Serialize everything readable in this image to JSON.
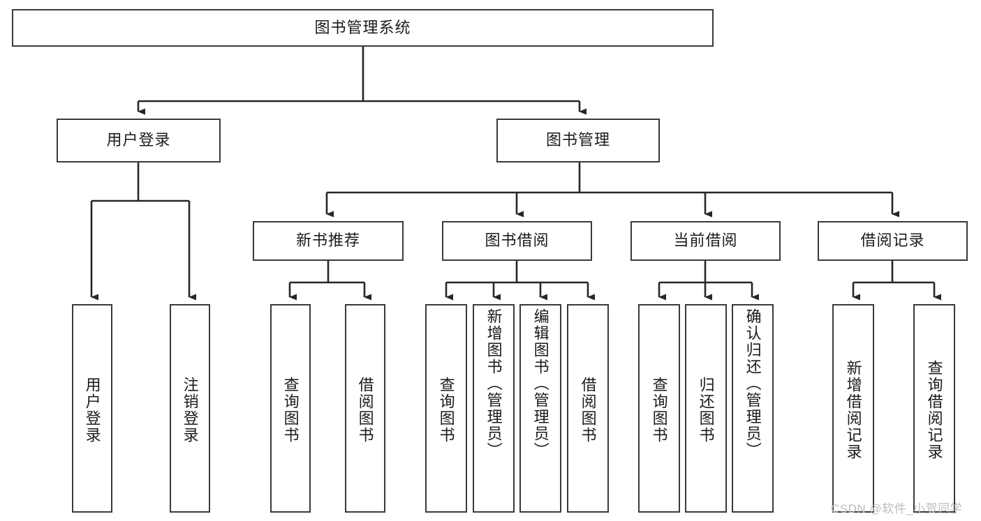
{
  "diagram": {
    "title": "图书管理系统",
    "type": "hierarchy-tree",
    "root": {
      "id": "root",
      "label": "图书管理系统",
      "orientation": "horizontal"
    },
    "level2": [
      {
        "id": "user-login",
        "label": "用户登录",
        "orientation": "horizontal"
      },
      {
        "id": "book-management",
        "label": "图书管理",
        "orientation": "horizontal"
      }
    ],
    "level3": [
      {
        "id": "new-book-recommend",
        "label": "新书推荐",
        "orientation": "horizontal"
      },
      {
        "id": "book-borrow",
        "label": "图书借阅",
        "orientation": "horizontal"
      },
      {
        "id": "current-borrow",
        "label": "当前借阅",
        "orientation": "horizontal"
      },
      {
        "id": "borrow-record",
        "label": "借阅记录",
        "orientation": "horizontal"
      }
    ],
    "leaves": [
      {
        "id": "leaf-user-login",
        "label": "用户登录",
        "parent": "user-login"
      },
      {
        "id": "leaf-logout-login",
        "label": "注销登录",
        "parent": "user-login"
      },
      {
        "id": "leaf-query-book-1",
        "label": "查询图书",
        "parent": "new-book-recommend"
      },
      {
        "id": "leaf-borrow-book-1",
        "label": "借阅图书",
        "parent": "new-book-recommend"
      },
      {
        "id": "leaf-query-book-2",
        "label": "查询图书",
        "parent": "book-borrow"
      },
      {
        "id": "leaf-add-book",
        "label": "新增图书（管理员）",
        "parent": "book-borrow"
      },
      {
        "id": "leaf-edit-book",
        "label": "编辑图书（管理员）",
        "parent": "book-borrow"
      },
      {
        "id": "leaf-borrow-book-2",
        "label": "借阅图书",
        "parent": "book-borrow"
      },
      {
        "id": "leaf-query-book-3",
        "label": "查询图书",
        "parent": "current-borrow"
      },
      {
        "id": "leaf-return-book",
        "label": "归还图书",
        "parent": "current-borrow"
      },
      {
        "id": "leaf-confirm-return",
        "label": "确认归还（管理员）",
        "parent": "current-borrow"
      },
      {
        "id": "leaf-add-record",
        "label": "新增借阅记录",
        "parent": "borrow-record"
      },
      {
        "id": "leaf-query-record",
        "label": "查询借阅记录",
        "parent": "borrow-record"
      }
    ],
    "colors": {
      "border": "#3a3a3a",
      "connector": "#262626",
      "background": "#ffffff",
      "text": "#1b1b1b",
      "watermark": "#bdbdbd"
    }
  },
  "watermark": {
    "text": "CSDN @软件_小贺同学"
  }
}
